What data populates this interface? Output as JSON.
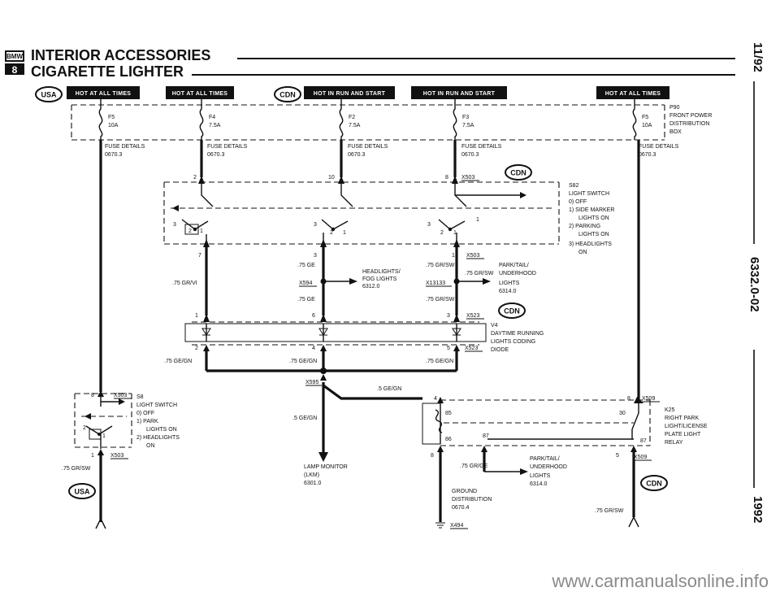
{
  "header": {
    "logo_text": "BMW",
    "series": "8",
    "title": "INTERIOR ACCESSORIES",
    "subtitle": "CIGARETTE LIGHTER"
  },
  "side_labels": {
    "date": "11/92",
    "code": "6332.0-02",
    "year": "1992"
  },
  "badges": {
    "usa": "USA",
    "cdn": "CDN"
  },
  "power_bars": [
    "HOT AT ALL TIMES",
    "HOT AT ALL TIMES",
    "HOT IN RUN AND START",
    "HOT IN RUN AND START",
    "HOT AT ALL TIMES"
  ],
  "fuses": [
    {
      "name": "F5",
      "rating": "10A",
      "details_label": "FUSE DETAILS",
      "details_ref": "0670.3"
    },
    {
      "name": "F4",
      "rating": "7.5A",
      "details_label": "FUSE DETAILS",
      "details_ref": "0670.3"
    },
    {
      "name": "F2",
      "rating": "7.5A",
      "details_label": "FUSE DETAILS",
      "details_ref": "0670.3"
    },
    {
      "name": "F3",
      "rating": "7.5A",
      "details_label": "FUSE DETAILS",
      "details_ref": "0670.3"
    },
    {
      "name": "F5",
      "rating": "10A",
      "details_label": "FUSE DETAILS",
      "details_ref": "0670.3"
    }
  ],
  "p90": {
    "id": "P90",
    "l1": "FRONT POWER",
    "l2": "DISTRIBUTION",
    "l3": "BOX"
  },
  "s82": {
    "id": "S82",
    "l1": "LIGHT SWITCH",
    "o0": "0) OFF",
    "o1": "1) SIDE MARKER",
    "o1b": "LIGHTS ON",
    "o2": "2) PARKING",
    "o2b": "LIGHTS ON",
    "o3": "3) HEADLIGHTS",
    "o3b": "ON"
  },
  "s8": {
    "id": "S8",
    "l1": "LIGHT SWITCH",
    "o0": "0) OFF",
    "o1": "1) PARK",
    "o1b": "LIGHTS ON",
    "o2": "2) HEADLIGHTS",
    "o2b": "ON"
  },
  "v4": {
    "id": "V4",
    "l1": "DAYTIME RUNNING",
    "l2": "LIGHTS CODING",
    "l3": "DIODE"
  },
  "k25": {
    "id": "K25",
    "l1": "RIGHT PARK",
    "l2": "LIGHT/LICENSE",
    "l3": "PLATE LIGHT",
    "l4": "RELAY"
  },
  "connectors": {
    "x503": "X503",
    "x594": "X594",
    "x13133": "X13133",
    "x523": "X523",
    "x595": "X595",
    "x509": "X509",
    "x494": "X494"
  },
  "pins": {
    "p1": "1",
    "p2": "2",
    "p3": "3",
    "p4": "4",
    "p5": "5",
    "p6": "6",
    "p7": "7",
    "p8": "8",
    "p10": "10",
    "p30": "30",
    "p85": "85",
    "p86": "86",
    "p87": "87"
  },
  "wires": {
    "w75grvi": ".75 GR/VI",
    "w75ge": ".75 GE",
    "w75grsw": ".75 GR/SW",
    "w75gegn": ".75 GE/GN",
    "w5gegn": ".5 GE/GN",
    "w75grge": ".75 GR/GE"
  },
  "notes": {
    "headlights": "HEADLIGHTS/",
    "fog": "FOG LIGHTS",
    "fog_ref": "6312.0",
    "parktail": "PARK/TAIL/",
    "underhood": "UNDERHOOD",
    "lights": "LIGHTS",
    "lights_ref": "6314.0",
    "lamp": "LAMP MONITOR",
    "lkm": "(LKM)",
    "lamp_ref": "6301.0",
    "ground": "GROUND",
    "distribution": "DISTRIBUTION",
    "ground_ref": "0670.4"
  },
  "watermark": "www.carmanualsonline.info"
}
